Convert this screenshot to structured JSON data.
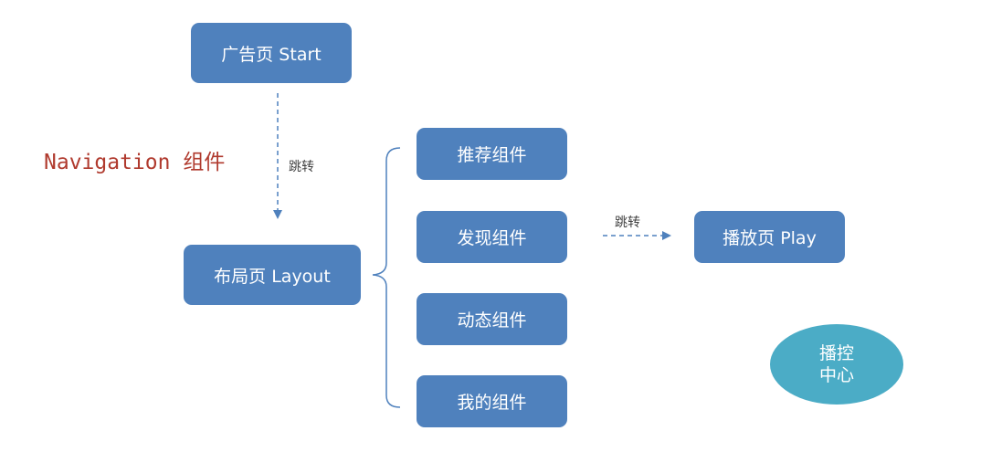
{
  "nodes": {
    "start": "广告页 Start",
    "layout": "布局页 Layout",
    "recommend": "推荐组件",
    "discover": "发现组件",
    "dynamic": "动态组件",
    "mine": "我的组件",
    "play": "播放页 Play"
  },
  "edge_labels": {
    "start_to_layout": "跳转",
    "discover_to_play": "跳转"
  },
  "navigation_title": "Navigation 组件",
  "control_center": {
    "line1": "播控",
    "line2": "中心"
  },
  "colors": {
    "node_fill": "#4f81bd",
    "ellipse_fill": "#4bacc6",
    "connector": "#4f81bd",
    "title_text": "#b03a2e"
  }
}
